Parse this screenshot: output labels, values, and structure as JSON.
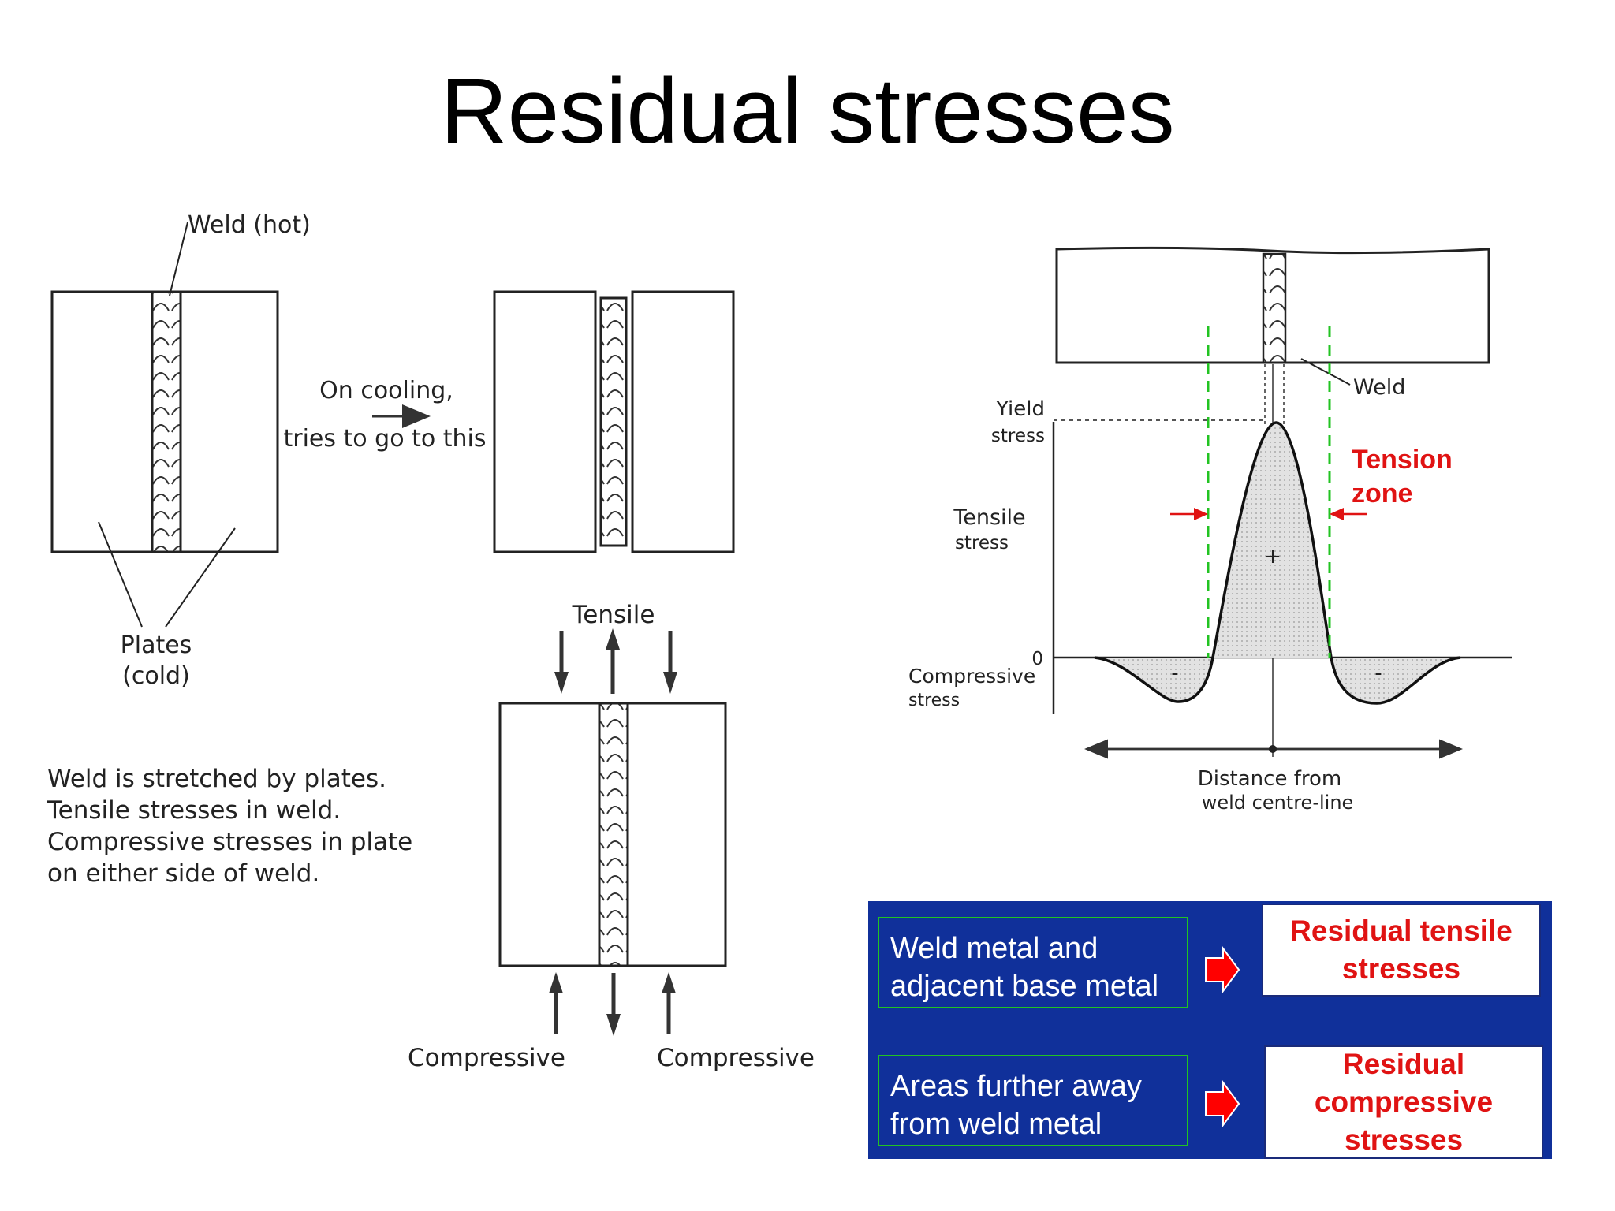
{
  "title": "Residual stresses",
  "left_diagram": {
    "weld_hot_label": "Weld (hot)",
    "plates_label_line1": "Plates",
    "plates_label_line2": "(cold)",
    "cooling_line1": "On cooling,",
    "cooling_line2": "tries to go to this",
    "tensile_label": "Tensile",
    "compressive_left": "Compressive",
    "compressive_right": "Compressive",
    "note_lines": [
      "Weld is stretched by plates.",
      "Tensile stresses in weld.",
      "Compressive stresses in plate",
      "on either side of weld."
    ]
  },
  "stress_plot": {
    "weld_label": "Weld",
    "yield_line1": "Yield",
    "yield_line2": "stress",
    "tensile_line1": "Tensile",
    "tensile_line2": "stress",
    "compressive_line1": "Compressive",
    "compressive_line2": "stress",
    "zero_label": "0",
    "plus_sign": "+",
    "minus_sign": "-",
    "distance_line1": "Distance from",
    "distance_line2": "weld centre-line",
    "tension_zone_line1": "Tension",
    "tension_zone_line2": "zone",
    "colors": {
      "tension_zone": "#e01313",
      "zone_bounds": "#22c322"
    }
  },
  "summary_panel": {
    "row1_source": "Weld metal and adjacent base metal",
    "row1_result": "Residual tensile stresses",
    "row2_source": "Areas further away from weld metal",
    "row2_result": "Residual compressive stresses",
    "colors": {
      "panel": "#10309a",
      "border": "#22c322",
      "result_text": "#e01313",
      "arrow": "#ff0000"
    }
  }
}
